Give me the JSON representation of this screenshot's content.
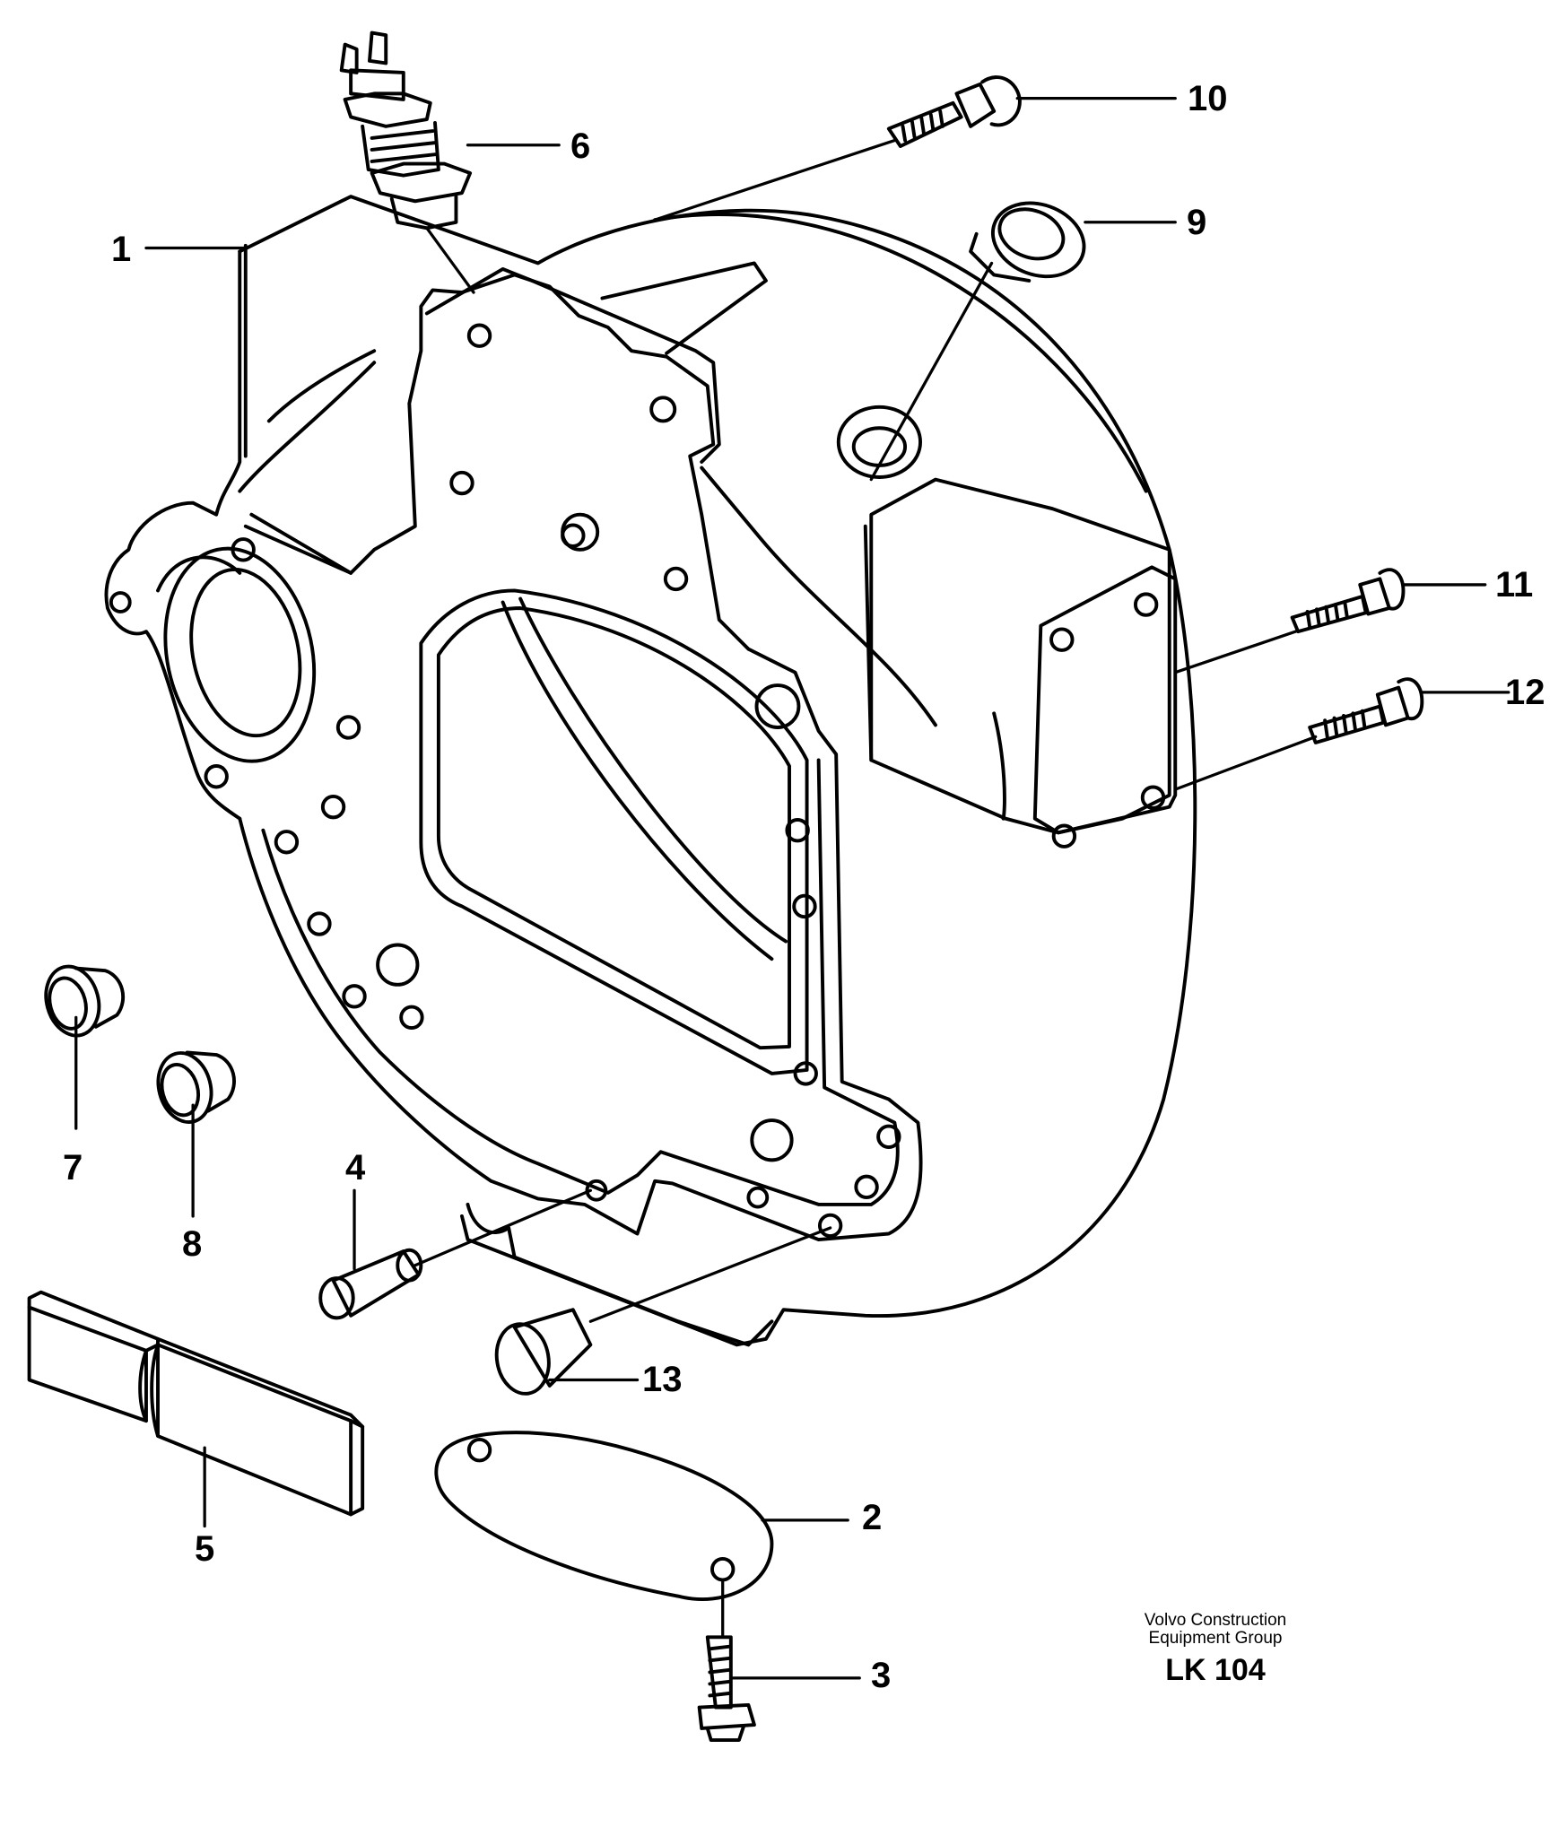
{
  "callouts": {
    "c1": "1",
    "c2": "2",
    "c3": "3",
    "c4": "4",
    "c5": "5",
    "c6": "6",
    "c7": "7",
    "c8": "8",
    "c9": "9",
    "c10": "10",
    "c11": "11",
    "c12": "12",
    "c13": "13"
  },
  "credit": {
    "line1": "Volvo Construction",
    "line2": "Equipment Group",
    "code": "LK 104"
  }
}
